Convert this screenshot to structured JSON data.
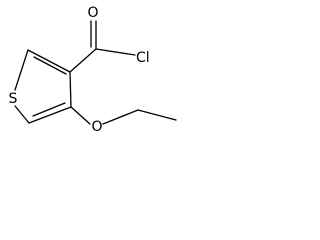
{
  "molecule": {
    "atoms": {
      "oxygen_carbonyl": "O",
      "chlorine": "Cl",
      "sulfur": "S",
      "oxygen_ether": "O"
    }
  }
}
